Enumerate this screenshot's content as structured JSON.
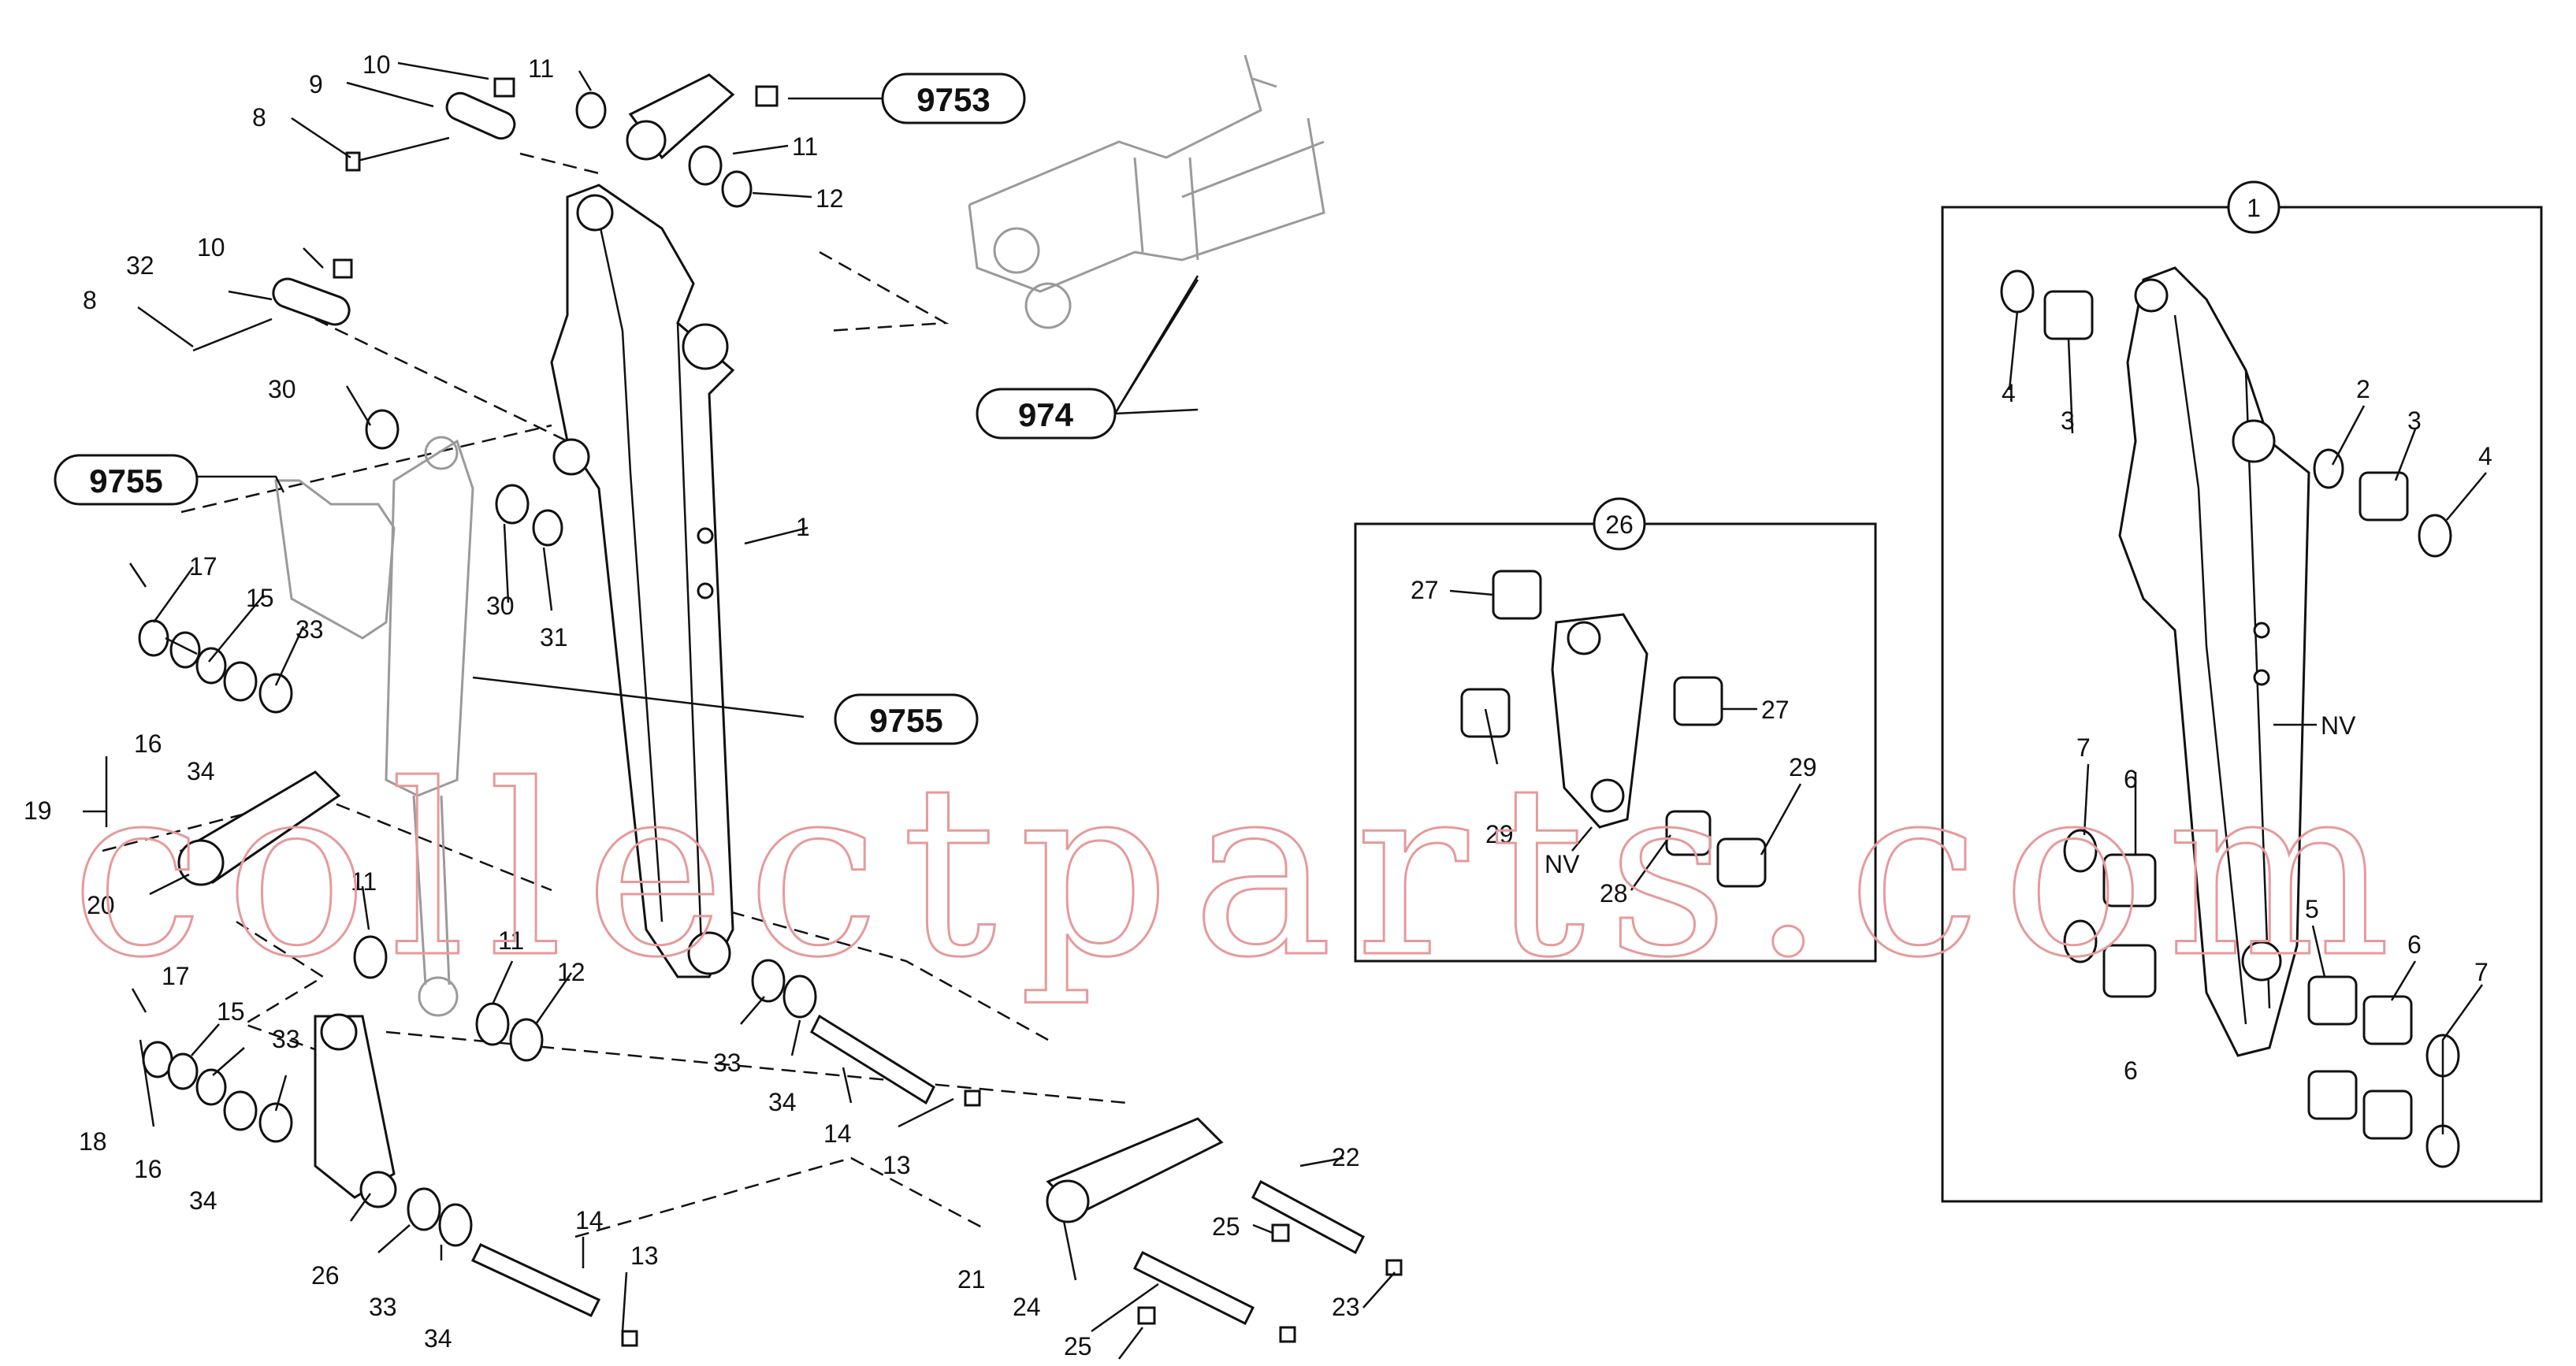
{
  "diagram": {
    "part_labels": [
      "1",
      "2",
      "3",
      "4",
      "5",
      "6",
      "7",
      "8",
      "9",
      "10",
      "11",
      "12",
      "13",
      "14",
      "15",
      "16",
      "17",
      "18",
      "19",
      "20",
      "21",
      "22",
      "23",
      "24",
      "25",
      "26",
      "27",
      "28",
      "29",
      "30",
      "31",
      "32",
      "33",
      "34",
      "NV"
    ],
    "reference_numbers": [
      "9753",
      "974",
      "9755"
    ],
    "detail_boxes": [
      "1",
      "26"
    ],
    "watermark": "collectparts.com"
  },
  "colors": {
    "line": "#111111",
    "ghost": "#9a9a9a",
    "watermark": "#e69a9a"
  }
}
